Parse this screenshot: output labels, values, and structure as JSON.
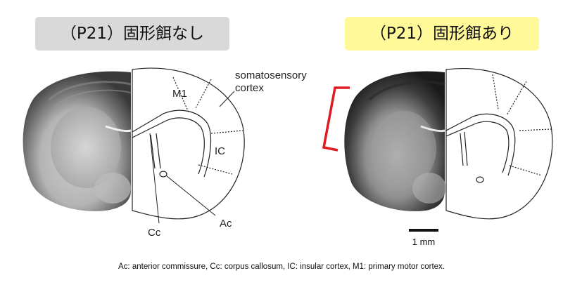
{
  "labels": {
    "left_title": "（P21）固形餌なし",
    "right_title": "（P21）固形餌あり"
  },
  "annotations": {
    "somatosensory_line1": "somatosensory",
    "somatosensory_line2": "cortex",
    "m1": "M1",
    "ic": "IC",
    "ac": "Ac",
    "cc": "Cc"
  },
  "scale_bar": {
    "label": "1 mm"
  },
  "caption": "Ac: anterior commissure,  Cc: corpus callosum,  IC: insular cortex, M1: primary motor cortex.",
  "colors": {
    "left_label_bg": "#d9d9d9",
    "right_label_bg": "#fff99a",
    "highlight_bracket": "#e11b22"
  }
}
